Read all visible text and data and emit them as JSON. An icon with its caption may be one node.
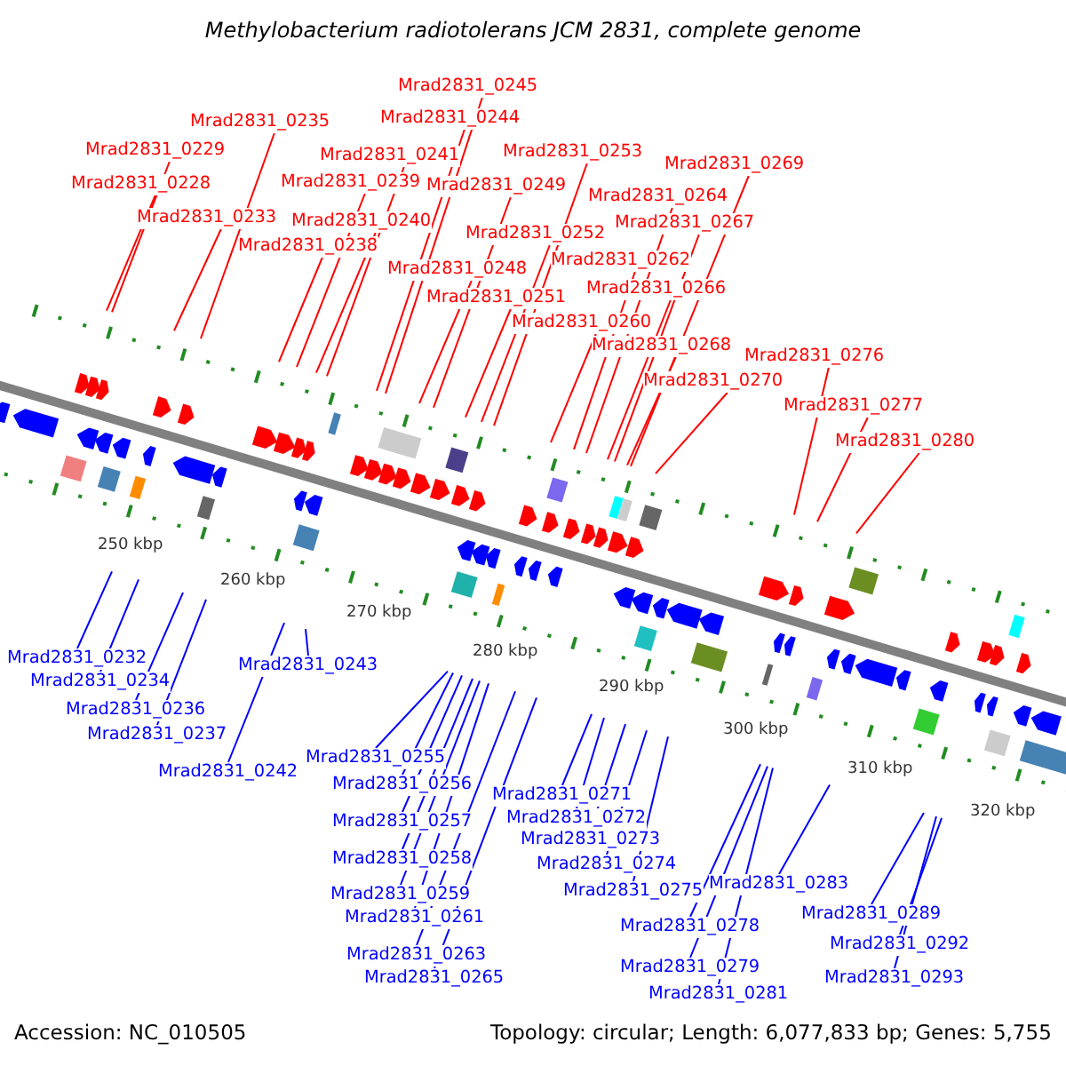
{
  "diagram": {
    "title": "Methylobacterium radiotolerans JCM 2831, complete genome",
    "nodes": [
      {
        "text": [
          "Mrad2831_0245"
        ]
      },
      {
        "text": [
          "Mrad2831_0244"
        ]
      },
      {
        "text": [
          "Mrad2831_0235"
        ]
      },
      {
        "text": [
          "Mrad2831_0229"
        ]
      },
      {
        "text": [
          "Mrad2831_0241"
        ]
      },
      {
        "text": [
          "Mrad2831_0253"
        ]
      },
      {
        "text": [
          "Mrad2831_0269"
        ]
      },
      {
        "text": [
          "Mrad2831_0228"
        ]
      },
      {
        "text": [
          "Mrad2831_0239"
        ]
      },
      {
        "text": [
          "Mrad2831_0249"
        ]
      },
      {
        "text": [
          "Mrad2831_0264"
        ]
      },
      {
        "text": [
          "Mrad2831_0233"
        ]
      },
      {
        "text": [
          "Mrad2831_0240"
        ]
      },
      {
        "text": [
          "Mrad2831_0267"
        ]
      },
      {
        "text": [
          "Mrad2831_0252"
        ]
      },
      {
        "text": [
          "Mrad2831_0238"
        ]
      },
      {
        "text": [
          "Mrad2831_0262"
        ]
      },
      {
        "text": [
          "Mrad2831_0248"
        ]
      },
      {
        "text": [
          "Mrad2831_0266"
        ]
      },
      {
        "text": [
          "Mrad2831_0251"
        ]
      },
      {
        "text": [
          "Mrad2831_0260"
        ]
      },
      {
        "text": [
          "Mrad2831_0268"
        ]
      },
      {
        "text": [
          "Mrad2831_0276"
        ]
      },
      {
        "text": [
          "Mrad2831_0270"
        ]
      },
      {
        "text": [
          "Mrad2831_0277"
        ]
      },
      {
        "text": [
          "Mrad2831_0280"
        ]
      },
      {
        "text": [
          "Mrad2831_0232"
        ]
      },
      {
        "text": [
          "Mrad2831_0243"
        ]
      },
      {
        "text": [
          "Mrad2831_0234"
        ]
      },
      {
        "text": [
          "Mrad2831_0236"
        ]
      },
      {
        "text": [
          "Mrad2831_0237"
        ]
      },
      {
        "text": [
          "Mrad2831_0255"
        ]
      },
      {
        "text": [
          "Mrad2831_0242"
        ]
      },
      {
        "text": [
          "Mrad2831_0256"
        ]
      },
      {
        "text": [
          "Mrad2831_0271"
        ]
      },
      {
        "text": [
          "Mrad2831_0272"
        ]
      },
      {
        "text": [
          "Mrad2831_0257"
        ]
      },
      {
        "text": [
          "Mrad2831_0273"
        ]
      },
      {
        "text": [
          "Mrad2831_0258"
        ]
      },
      {
        "text": [
          "Mrad2831_0274"
        ]
      },
      {
        "text": [
          "Mrad2831_0283"
        ]
      },
      {
        "text": [
          "Mrad2831_0275"
        ]
      },
      {
        "text": [
          "Mrad2831_0259"
        ]
      },
      {
        "text": [
          "Mrad2831_0289"
        ]
      },
      {
        "text": [
          "Mrad2831_0261"
        ]
      },
      {
        "text": [
          "Mrad2831_0278"
        ]
      },
      {
        "text": [
          "Mrad2831_0292"
        ]
      },
      {
        "text": [
          "Mrad2831_0263"
        ]
      },
      {
        "text": [
          "Mrad2831_0279"
        ]
      },
      {
        "text": [
          "Mrad2831_0265"
        ]
      },
      {
        "text": [
          "Mrad2831_0293"
        ]
      },
      {
        "text": [
          "Mrad2831_0281"
        ]
      }
    ],
    "edges": [
      {
        "from": 0,
        "to": null,
        "arrow": "none",
        "color": "#ff0000"
      },
      {
        "from": 1,
        "to": null,
        "arrow": "none",
        "color": "#ff0000"
      },
      {
        "from": 2,
        "to": null,
        "arrow": "none",
        "color": "#ff0000"
      },
      {
        "from": 3,
        "to": null,
        "arrow": "none",
        "color": "#ff0000"
      },
      {
        "from": 4,
        "to": null,
        "arrow": "none",
        "color": "#ff0000"
      },
      {
        "from": 5,
        "to": null,
        "arrow": "none",
        "color": "#ff0000"
      },
      {
        "from": 6,
        "to": null,
        "arrow": "none",
        "color": "#ff0000"
      },
      {
        "from": 7,
        "to": null,
        "arrow": "none",
        "color": "#ff0000"
      },
      {
        "from": 8,
        "to": null,
        "arrow": "none",
        "color": "#ff0000"
      },
      {
        "from": 9,
        "to": null,
        "arrow": "none",
        "color": "#ff0000"
      },
      {
        "from": 10,
        "to": null,
        "arrow": "none",
        "color": "#ff0000"
      },
      {
        "from": 11,
        "to": null,
        "arrow": "none",
        "color": "#ff0000"
      },
      {
        "from": 12,
        "to": null,
        "arrow": "none",
        "color": "#ff0000"
      },
      {
        "from": 13,
        "to": null,
        "arrow": "none",
        "color": "#ff0000"
      },
      {
        "from": 14,
        "to": null,
        "arrow": "none",
        "color": "#ff0000"
      },
      {
        "from": 15,
        "to": null,
        "arrow": "none",
        "color": "#ff0000"
      },
      {
        "from": 16,
        "to": null,
        "arrow": "none",
        "color": "#ff0000"
      },
      {
        "from": 17,
        "to": null,
        "arrow": "none",
        "color": "#ff0000"
      },
      {
        "from": 18,
        "to": null,
        "arrow": "none",
        "color": "#ff0000"
      },
      {
        "from": 19,
        "to": null,
        "arrow": "none",
        "color": "#ff0000"
      },
      {
        "from": 20,
        "to": null,
        "arrow": "none",
        "color": "#ff0000"
      },
      {
        "from": 21,
        "to": null,
        "arrow": "none",
        "color": "#ff0000"
      },
      {
        "from": 22,
        "to": null,
        "arrow": "none",
        "color": "#ff0000"
      },
      {
        "from": 23,
        "to": null,
        "arrow": "none",
        "color": "#ff0000"
      },
      {
        "from": 24,
        "to": null,
        "arrow": "none",
        "color": "#ff0000"
      },
      {
        "from": 25,
        "to": null,
        "arrow": "none",
        "color": "#ff0000"
      },
      {
        "from": 26,
        "to": null,
        "arrow": "none",
        "color": "#0000ff"
      },
      {
        "from": 27,
        "to": null,
        "arrow": "none",
        "color": "#0000ff"
      },
      {
        "from": 28,
        "to": null,
        "arrow": "none",
        "color": "#0000ff"
      },
      {
        "from": 29,
        "to": null,
        "arrow": "none",
        "color": "#0000ff"
      },
      {
        "from": 30,
        "to": null,
        "arrow": "none",
        "color": "#0000ff"
      },
      {
        "from": 31,
        "to": null,
        "arrow": "none",
        "color": "#0000ff"
      },
      {
        "from": 32,
        "to": null,
        "arrow": "none",
        "color": "#0000ff"
      },
      {
        "from": 33,
        "to": null,
        "arrow": "none",
        "color": "#0000ff"
      },
      {
        "from": 34,
        "to": null,
        "arrow": "none",
        "color": "#0000ff"
      },
      {
        "from": 35,
        "to": null,
        "arrow": "none",
        "color": "#0000ff"
      },
      {
        "from": 36,
        "to": null,
        "arrow": "none",
        "color": "#0000ff"
      },
      {
        "from": 37,
        "to": null,
        "arrow": "none",
        "color": "#0000ff"
      },
      {
        "from": 38,
        "to": null,
        "arrow": "none",
        "color": "#0000ff"
      },
      {
        "from": 39,
        "to": null,
        "arrow": "none",
        "color": "#0000ff"
      },
      {
        "from": 40,
        "to": null,
        "arrow": "none",
        "color": "#0000ff"
      },
      {
        "from": 41,
        "to": null,
        "arrow": "none",
        "color": "#0000ff"
      },
      {
        "from": 42,
        "to": null,
        "arrow": "none",
        "color": "#0000ff"
      },
      {
        "from": 43,
        "to": null,
        "arrow": "none",
        "color": "#0000ff"
      },
      {
        "from": 44,
        "to": null,
        "arrow": "none",
        "color": "#0000ff"
      },
      {
        "from": 45,
        "to": null,
        "arrow": "none",
        "color": "#0000ff"
      },
      {
        "from": 46,
        "to": null,
        "arrow": "none",
        "color": "#0000ff"
      },
      {
        "from": 47,
        "to": null,
        "arrow": "none",
        "color": "#0000ff"
      },
      {
        "from": 48,
        "to": null,
        "arrow": "none",
        "color": "#0000ff"
      },
      {
        "from": 49,
        "to": null,
        "arrow": "none",
        "color": "#0000ff"
      },
      {
        "from": 50,
        "to": null,
        "arrow": "none",
        "color": "#0000ff"
      },
      {
        "from": 51,
        "to": null,
        "arrow": "none",
        "color": "#0000ff"
      }
    ],
    "labels": [
      "250 kbp",
      "260 kbp",
      "270 kbp",
      "280 kbp",
      "290 kbp",
      "300 kbp",
      "310 kbp",
      "320 kbp",
      "Accession: NC_010505",
      "Topology: circular; Length: 6,077,833 bp; Genes: 5,755"
    ]
  }
}
